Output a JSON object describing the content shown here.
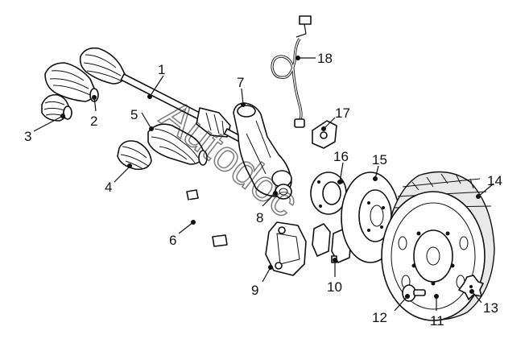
{
  "diagram": {
    "watermark": "Autodoc",
    "callouts": [
      {
        "id": 1,
        "label": "1"
      },
      {
        "id": 2,
        "label": "2"
      },
      {
        "id": 3,
        "label": "3"
      },
      {
        "id": 4,
        "label": "4"
      },
      {
        "id": 5,
        "label": "5"
      },
      {
        "id": 6,
        "label": "6"
      },
      {
        "id": 7,
        "label": "7"
      },
      {
        "id": 8,
        "label": "8"
      },
      {
        "id": 9,
        "label": "9"
      },
      {
        "id": 10,
        "label": "10"
      },
      {
        "id": 11,
        "label": "11"
      },
      {
        "id": 12,
        "label": "12"
      },
      {
        "id": 13,
        "label": "13"
      },
      {
        "id": 14,
        "label": "14"
      },
      {
        "id": 15,
        "label": "15"
      },
      {
        "id": 16,
        "label": "16"
      },
      {
        "id": 17,
        "label": "17"
      },
      {
        "id": 18,
        "label": "18"
      }
    ]
  }
}
